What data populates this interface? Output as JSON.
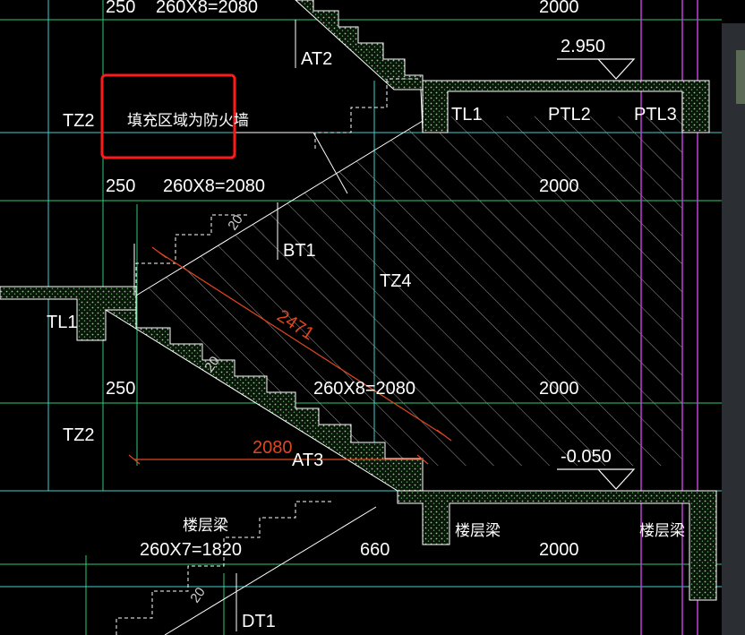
{
  "drawing": {
    "note_box_text": "填充区域为防火墙",
    "labels": {
      "at2": "AT2",
      "at3": "AT3",
      "bt1": "BT1",
      "dt1": "DT1",
      "tz2_top": "TZ2",
      "tz2_bottom": "TZ2",
      "tz4": "TZ4",
      "tl1_right": "TL1",
      "tl1_left": "TL1",
      "ptl2": "PTL2",
      "ptl3": "PTL3",
      "floor_beam_1": "楼层梁",
      "floor_beam_2": "楼层梁",
      "floor_beam_3": "楼层梁"
    },
    "dimensions": {
      "row1": {
        "d250": "250",
        "steps": "260X8=2080",
        "d2000": "2000"
      },
      "row2": {
        "d250": "250",
        "steps": "260X8=2080",
        "d2000": "2000"
      },
      "row3": {
        "d250": "250",
        "steps": "260X8=2080",
        "d2000": "2000"
      },
      "row4": {
        "steps": "260X7=1820",
        "d660": "660",
        "d2000": "2000"
      }
    },
    "elevations": {
      "top": "2.950",
      "bottom": "-0.050"
    },
    "red_dims": {
      "diagonal": "2471",
      "horizontal": "2080"
    },
    "small_tags": {
      "t1": "20",
      "t2": "20",
      "t3": "20"
    }
  },
  "colors": {
    "background": "#000000",
    "grid_green": "#2ecc71",
    "cyan": "#3fd1d1",
    "magenta": "#c03fd8",
    "highlight_red": "#ff1a1a",
    "dim_red": "#e0461f",
    "concrete_hatch": "#7fbf7f"
  }
}
